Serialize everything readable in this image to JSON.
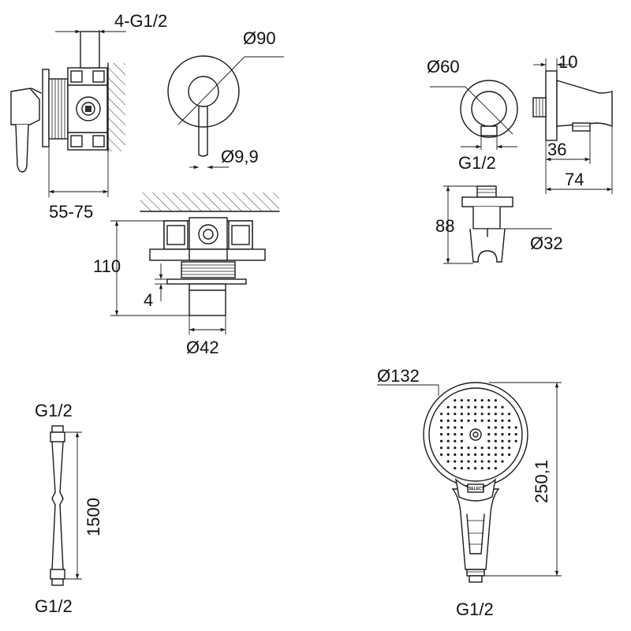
{
  "labels": {
    "inlet_thread": "4-G1/2",
    "plate_diameter": "Ø90",
    "lever_diameter": "Ø9,9",
    "wall_depth": "55-75",
    "body_height": "110",
    "plate_gap": "4",
    "sleeve_diameter": "Ø42",
    "elbow_diameter": "Ø60",
    "elbow_thread": "G1/2",
    "elbow_thickness": "10",
    "elbow_outlet": "36",
    "elbow_length": "74",
    "holder_height": "88",
    "holder_diameter": "Ø32",
    "hose_thread_top": "G1/2",
    "hose_length": "1500",
    "hose_thread_bottom": "G1/2",
    "head_diameter": "Ø132",
    "shower_length": "250,1",
    "shower_thread": "G1/2",
    "select_button": "SELECT"
  }
}
